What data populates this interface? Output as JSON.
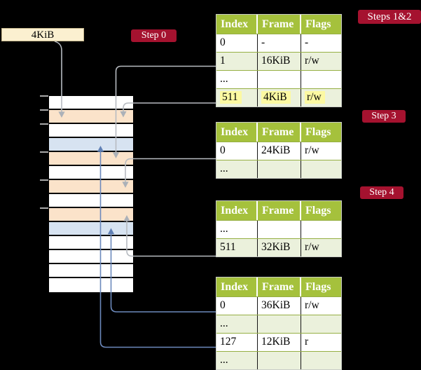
{
  "register_box": {
    "label": "4KiB"
  },
  "step_badges": {
    "step0": "Step 0",
    "steps12": "Steps 1&2",
    "step3": "Step 3",
    "step4": "Step 4"
  },
  "memory": {
    "description": "physical memory frames, 4KiB each, top row = 0KiB",
    "rows": [
      {
        "type": "free"
      },
      {
        "type": "page-table",
        "frame": "4KiB"
      },
      {
        "type": "free"
      },
      {
        "type": "data-page",
        "frame": "12KiB"
      },
      {
        "type": "page-table",
        "frame": "16KiB"
      },
      {
        "type": "free"
      },
      {
        "type": "page-table",
        "frame": "24KiB"
      },
      {
        "type": "free"
      },
      {
        "type": "page-table",
        "frame": "32KiB"
      },
      {
        "type": "data-page",
        "frame": "36KiB"
      },
      {
        "type": "free"
      },
      {
        "type": "free"
      },
      {
        "type": "free"
      },
      {
        "type": "free"
      }
    ],
    "tick_rows": [
      0,
      1,
      2,
      4,
      6,
      8
    ]
  },
  "tables": [
    {
      "id": "pt-level0",
      "headers": [
        "Index",
        "Frame",
        "Flags"
      ],
      "rows": [
        {
          "cells": [
            "0",
            "-",
            "-"
          ],
          "highlight": false
        },
        {
          "cells": [
            "1",
            "16KiB",
            "r/w"
          ],
          "highlight": false
        },
        {
          "cells": [
            "...",
            "",
            ""
          ],
          "highlight": false
        },
        {
          "cells": [
            "511",
            "4KiB",
            "r/w"
          ],
          "highlight": true
        }
      ]
    },
    {
      "id": "pt-level1",
      "headers": [
        "Index",
        "Frame",
        "Flags"
      ],
      "rows": [
        {
          "cells": [
            "0",
            "24KiB",
            "r/w"
          ],
          "highlight": false
        },
        {
          "cells": [
            "...",
            "",
            ""
          ],
          "highlight": false
        }
      ]
    },
    {
      "id": "pt-level2",
      "headers": [
        "Index",
        "Frame",
        "Flags"
      ],
      "rows": [
        {
          "cells": [
            "...",
            "",
            ""
          ],
          "highlight": false
        },
        {
          "cells": [
            "511",
            "32KiB",
            "r/w"
          ],
          "highlight": false
        }
      ]
    },
    {
      "id": "pt-level3",
      "headers": [
        "Index",
        "Frame",
        "Flags"
      ],
      "rows": [
        {
          "cells": [
            "0",
            "36KiB",
            "r/w"
          ],
          "highlight": false
        },
        {
          "cells": [
            "...",
            "",
            ""
          ],
          "highlight": false
        },
        {
          "cells": [
            "127",
            "12KiB",
            "r"
          ],
          "highlight": false
        },
        {
          "cells": [
            "...",
            "",
            ""
          ],
          "highlight": false
        }
      ]
    }
  ],
  "connectors": [
    {
      "name": "register-to-root-table",
      "from": "register-4kib",
      "to": "memory-frame-4kib",
      "color": "gray"
    },
    {
      "name": "pt0-index1-to-frame-16kib",
      "from": "pt-level0-row-1",
      "to": "memory-frame-16kib",
      "color": "gray"
    },
    {
      "name": "pt0-index511-to-frame-4kib",
      "from": "pt-level0-row-511",
      "to": "memory-frame-4kib",
      "color": "gray"
    },
    {
      "name": "pt1-index0-to-frame-24kib",
      "from": "pt-level1-row-0",
      "to": "memory-frame-24kib",
      "color": "gray"
    },
    {
      "name": "pt2-index511-to-frame-32kib",
      "from": "pt-level2-row-511",
      "to": "memory-frame-32kib",
      "color": "gray"
    },
    {
      "name": "pt3-index0-to-frame-36kib",
      "from": "pt-level3-row-0",
      "to": "memory-frame-36kib",
      "color": "blue"
    },
    {
      "name": "pt3-index127-to-frame-12kib",
      "from": "pt-level3-row-127",
      "to": "memory-frame-12kib",
      "color": "blue"
    }
  ],
  "palette": {
    "background": "#000000",
    "badge_red": "#A5122F",
    "register_cream": "#FBF0D0",
    "header_green": "#A5C13C",
    "row_green": "#EBF1DC",
    "row_white": "#FFFFFF",
    "grid_green": "#96AF44",
    "highlight_yellow": "#FCF9A2",
    "row_colors": {
      "free": "#FFFFFF",
      "page-table": "#FBE3CA",
      "data-page": "#D7E3F1"
    },
    "gray_line": "#B7BBC1",
    "gray_arrow": "#ACB1B8",
    "blue_line": "#6C89BC",
    "blue_arrow": "#6080B5",
    "tick_gray": "#A8A8A8"
  }
}
